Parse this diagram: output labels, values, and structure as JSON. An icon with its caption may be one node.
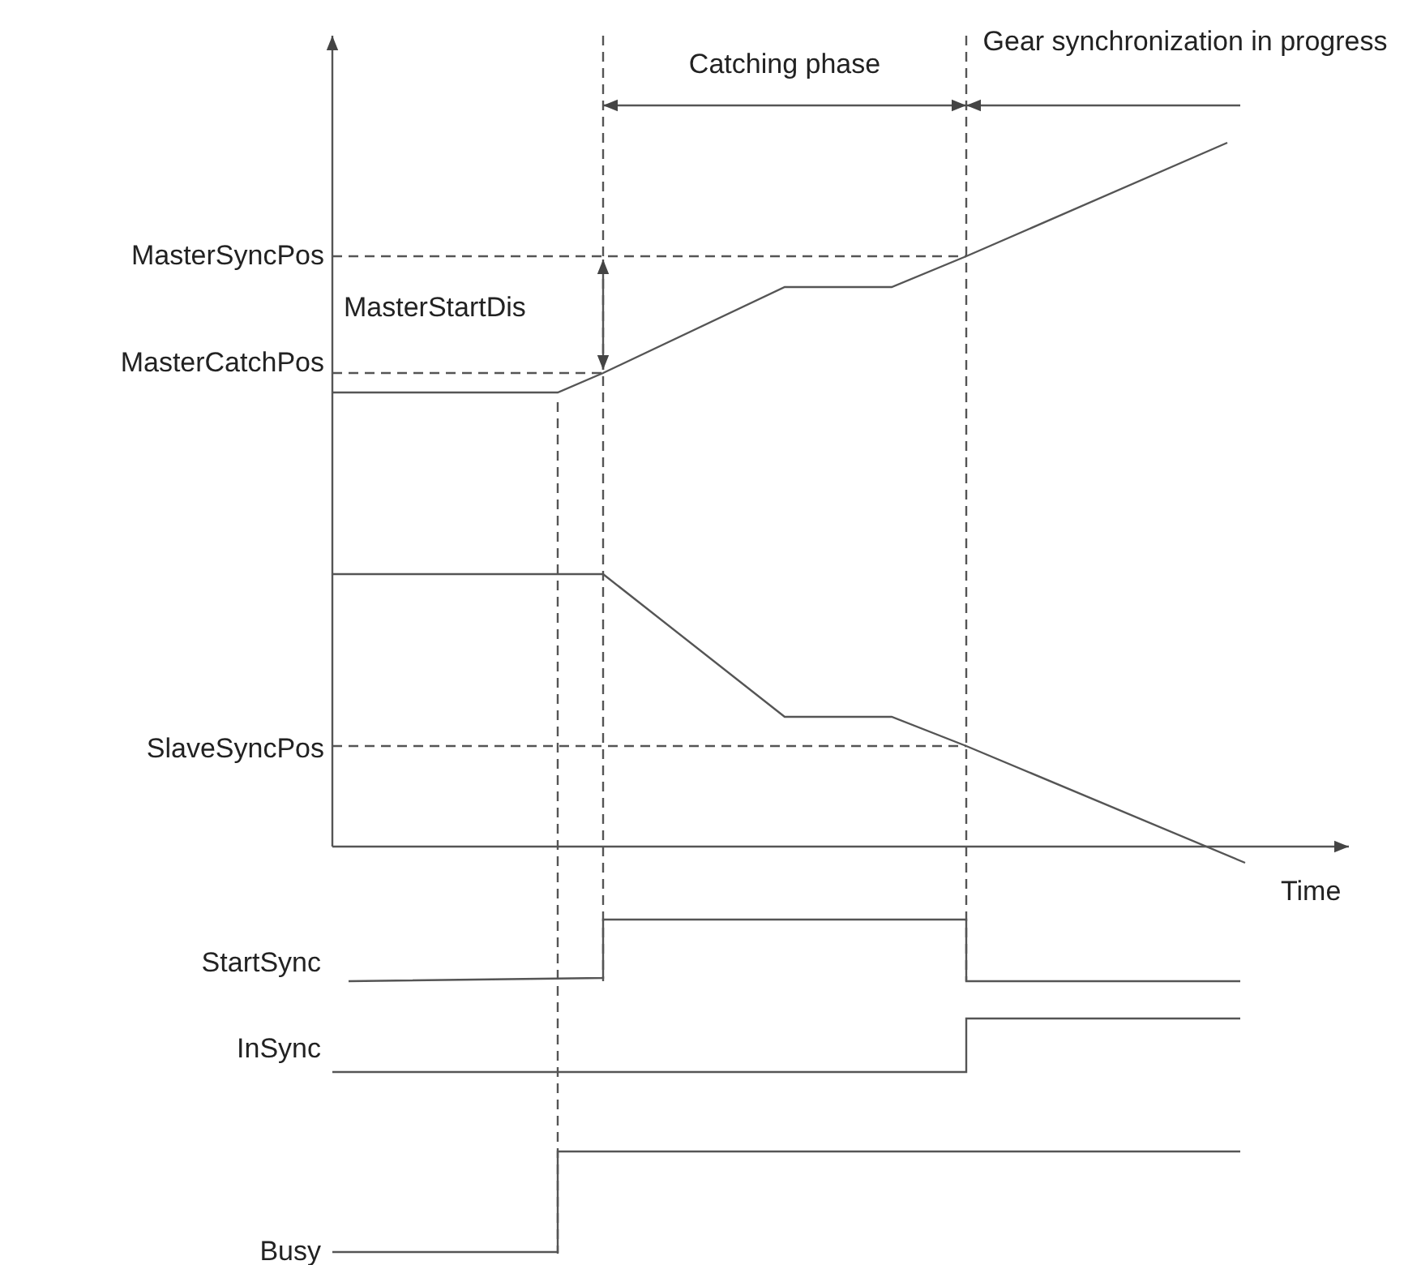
{
  "diagram": {
    "labels": [
      "Catching phase",
      "Gear synchronization in progress",
      "MasterSyncPos",
      "MasterStartDis",
      "MasterCatchPos",
      "SlaveSyncPos",
      "Time",
      "StartSync",
      "InSync",
      "Busy"
    ]
  }
}
